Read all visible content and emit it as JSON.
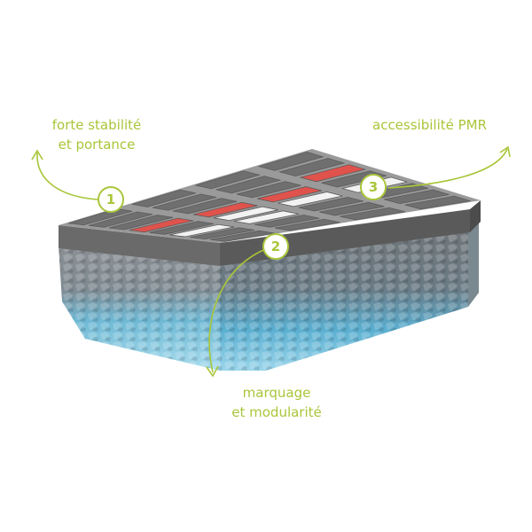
{
  "colors": {
    "accent": "#a9c63a",
    "marker_red": "#e0524c",
    "marker_white": "#f2f2f2",
    "paver_top": "#8c8c8c",
    "paver_cell": "#6f6f6f",
    "gravel_blue": "#9fd3e6"
  },
  "callouts": [
    {
      "number": "1",
      "lines": [
        "forte stabilité",
        "et portance"
      ]
    },
    {
      "number": "2",
      "lines": [
        "marquage",
        "et modularité"
      ]
    },
    {
      "number": "3",
      "lines": [
        "accessibilité PMR"
      ]
    }
  ]
}
